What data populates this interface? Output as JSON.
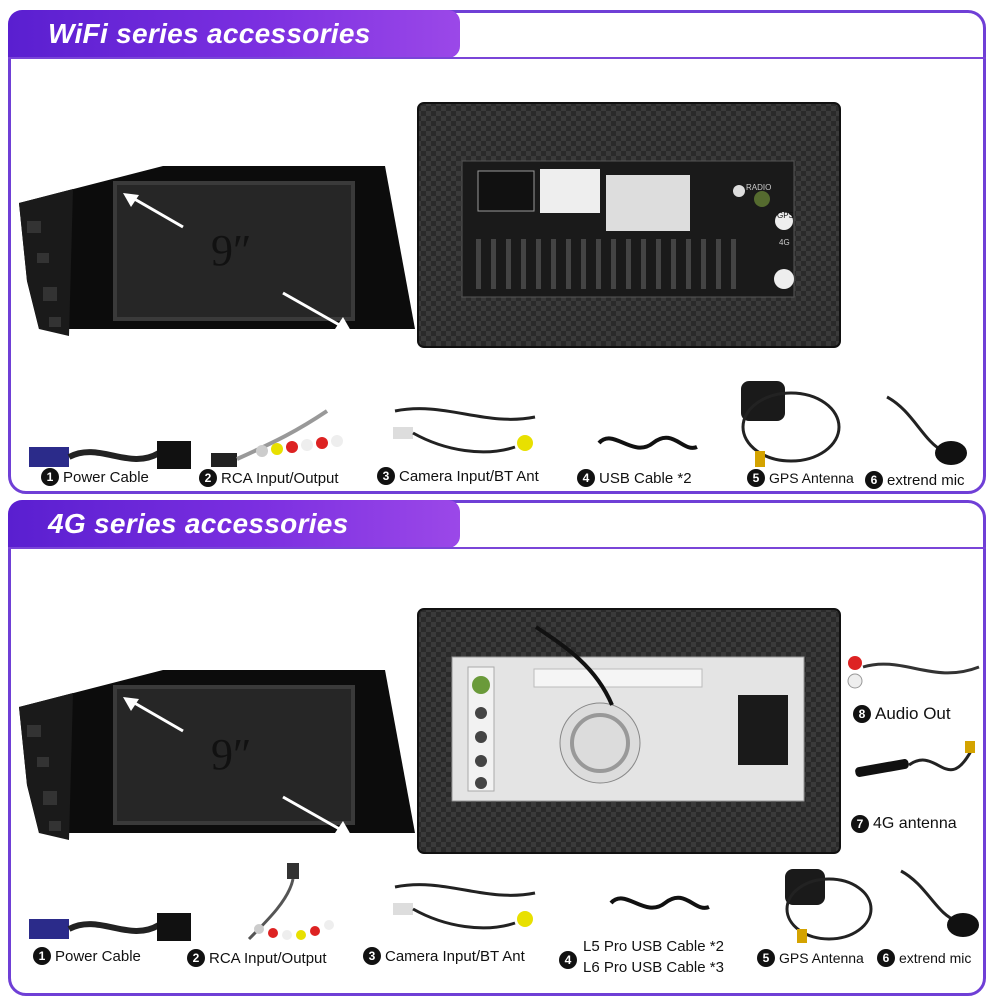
{
  "wifi": {
    "title": "WiFi series accessories",
    "screen_size": "9″",
    "items": [
      {
        "num": "1",
        "label": "Power Cable"
      },
      {
        "num": "2",
        "label": "RCA Input/Output"
      },
      {
        "num": "3",
        "label": "Camera Input/BT Ant"
      },
      {
        "num": "4",
        "label": "USB Cable *2"
      },
      {
        "num": "5",
        "label": "GPS Antenna"
      },
      {
        "num": "6",
        "label": "extrend mic"
      }
    ],
    "panel_labels": {
      "radio": "RADIO",
      "gps": "GPS",
      "four_g": "4G"
    }
  },
  "g4": {
    "title": "4G series accessories",
    "screen_size": "9″",
    "items": [
      {
        "num": "1",
        "label": "Power Cable"
      },
      {
        "num": "2",
        "label": "RCA Input/Output"
      },
      {
        "num": "3",
        "label": "Camera Input/BT Ant"
      },
      {
        "num": "4",
        "label": "L5 Pro USB Cable *2",
        "label2": "L6 Pro USB Cable *3"
      },
      {
        "num": "5",
        "label": "GPS Antenna"
      },
      {
        "num": "6",
        "label": "extrend mic"
      },
      {
        "num": "7",
        "label": "4G antenna"
      },
      {
        "num": "8",
        "label": "Audio Out"
      }
    ]
  }
}
